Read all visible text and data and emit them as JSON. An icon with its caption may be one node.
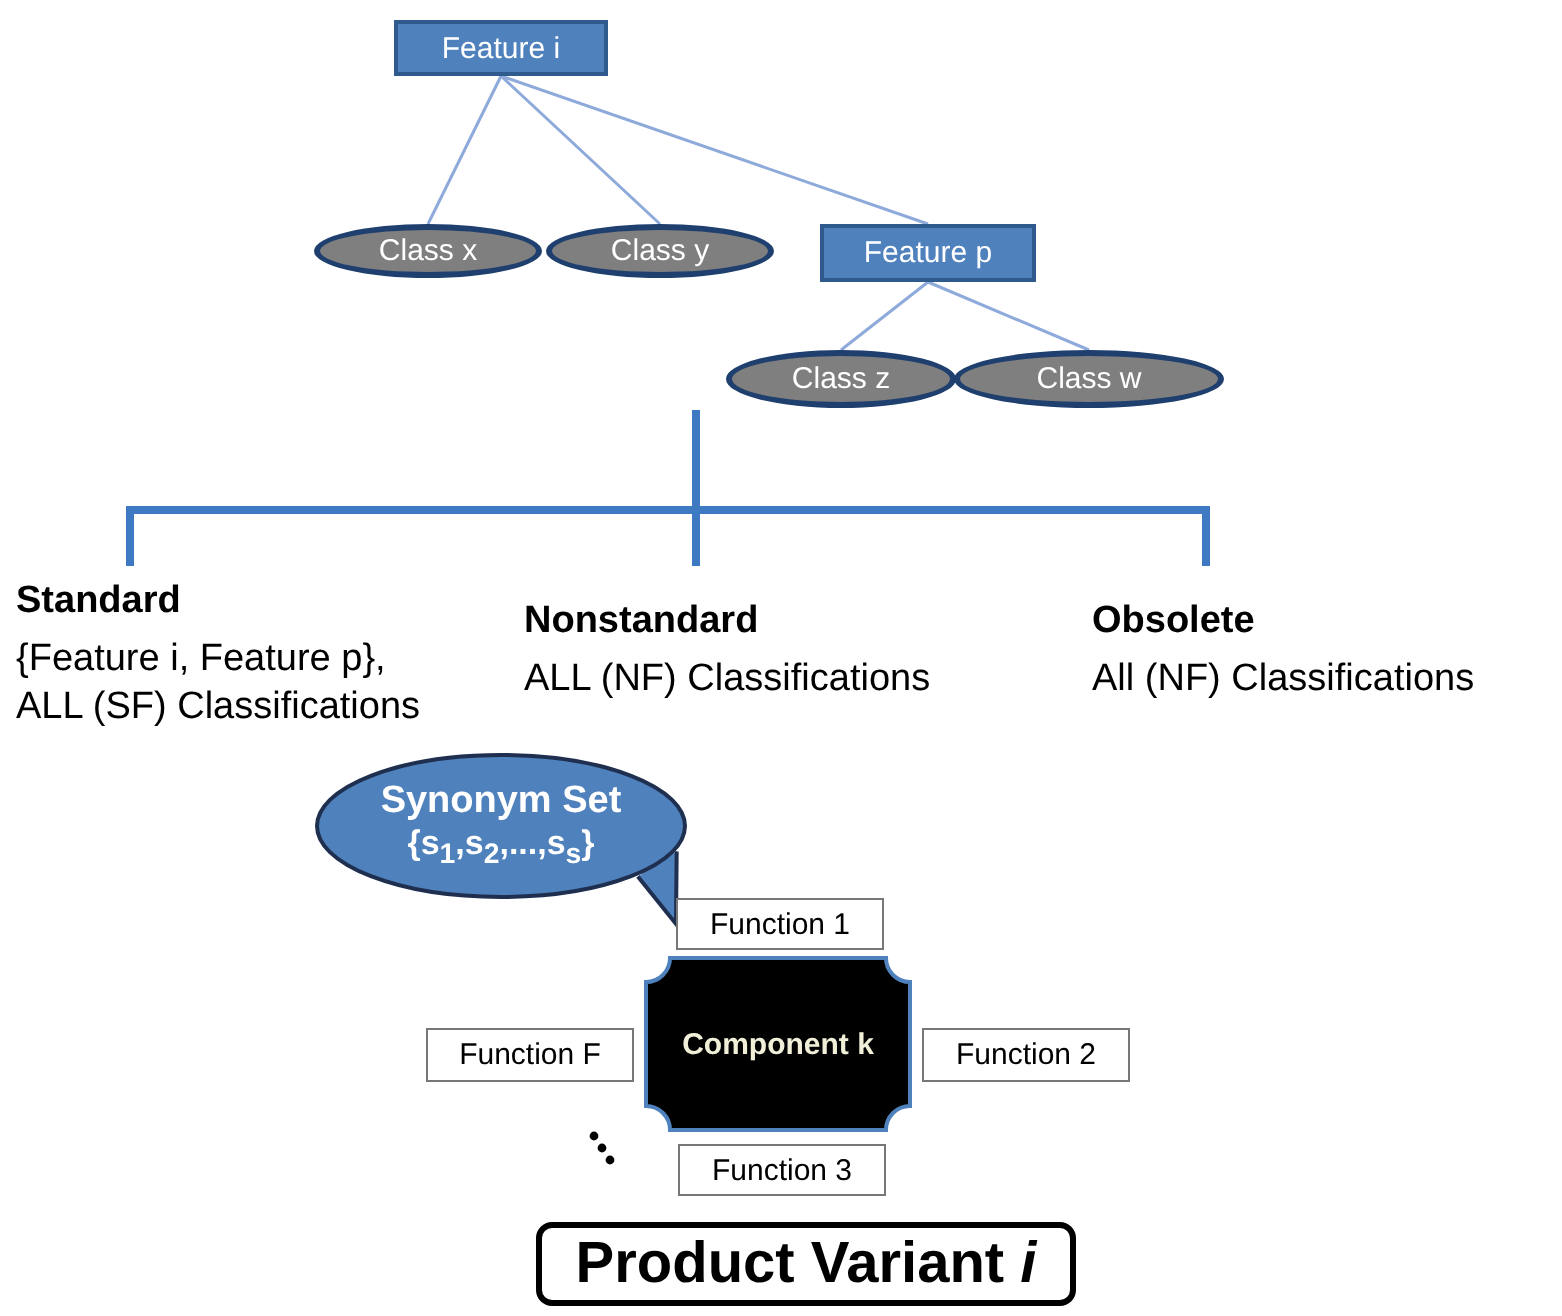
{
  "diagram": {
    "nodes": [
      {
        "text": [
          "Feature i"
        ]
      },
      {
        "text": [
          "Class x"
        ]
      },
      {
        "text": [
          "Class y"
        ]
      },
      {
        "text": [
          "Feature p"
        ]
      },
      {
        "text": [
          "Class z"
        ]
      },
      {
        "text": [
          "Class  w"
        ]
      },
      {
        "text": [
          "Synonym Set",
          "{s$_{1}$,s$_{2}$,...,s$_{s}$}"
        ]
      },
      {
        "text": [
          "Function 1"
        ]
      },
      {
        "text": [
          "Function F"
        ]
      },
      {
        "text": [
          "Component k"
        ]
      },
      {
        "text": [
          "Function 2"
        ]
      },
      {
        "text": [
          "Function 3"
        ]
      },
      {
        "text": [
          "Product Variant *i*"
        ]
      }
    ],
    "edges": [
      {
        "from": 0,
        "to": 1,
        "arrow": "none"
      },
      {
        "from": 0,
        "to": 2,
        "arrow": "none"
      },
      {
        "from": 0,
        "to": 3,
        "arrow": "none"
      },
      {
        "from": 3,
        "to": 4,
        "arrow": "none"
      },
      {
        "from": 3,
        "to": 5,
        "arrow": "none"
      },
      {
        "from": 6,
        "to": 7,
        "arrow": "none",
        "color": "#1f2f4f"
      }
    ],
    "labels": [
      "Standard",
      "Nonstandard",
      "Obsolete",
      "{Feature i, Feature p}, ALL (SF) Classifications",
      "ALL (NF) Classifications",
      "All (NF) Classifications"
    ]
  }
}
